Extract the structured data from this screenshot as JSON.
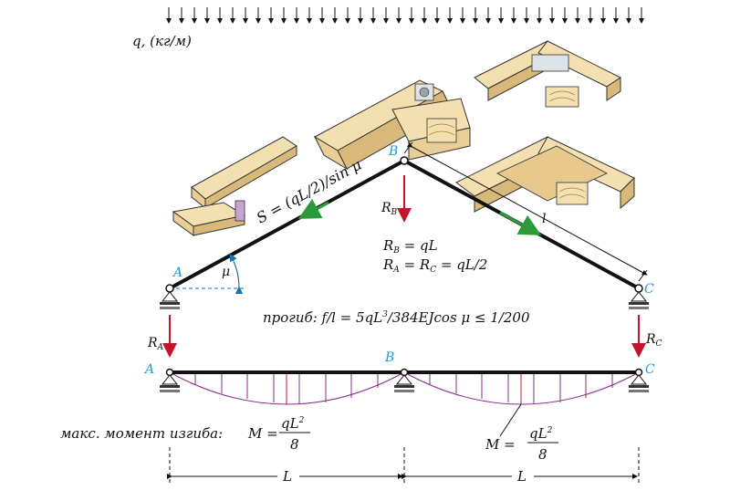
{
  "load_label": "q, (кг/м)",
  "labels": {
    "A_top": "A",
    "B_top": "B",
    "C_top": "C",
    "A_bot": "A",
    "B_bot": "B",
    "C_bot": "C",
    "mu": "μ",
    "l": "l",
    "RB": "R",
    "RB_sub": "B",
    "RA": "R",
    "RA_sub": "A",
    "RC": "R",
    "RC_sub": "C",
    "L_left": "L",
    "L_right": "L"
  },
  "formulas": {
    "S": "S = (qL/2)/sin μ",
    "RB_eq": "R",
    "RB_eq_sub": "B",
    "RB_eq_rest": " = qL",
    "RA_eq": "R",
    "RA_eq_subA": "A",
    "RA_eq_mid": " = R",
    "RA_eq_subC": "C",
    "RA_eq_rest": " = qL/2",
    "deflection": "прогиб: f/l = 5qL",
    "deflection_exp": "3",
    "deflection_rest": "/384EJcos μ  ≤ 1/200",
    "moment_text": "макс. момент изгиба:",
    "M_left": "M =",
    "M_right": "M =",
    "frac_num": "qL",
    "frac_exp": "2",
    "frac_den": "8"
  },
  "colors": {
    "reaction_arrow": "#c4142c",
    "force_arrow": "#2a9a3a",
    "point_label": "#1a9bd6",
    "moment_diagram": "#8a2c8a"
  }
}
